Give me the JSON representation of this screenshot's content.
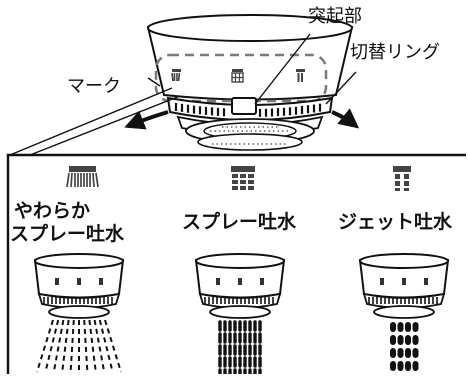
{
  "callouts": {
    "protrusion": "突起部",
    "switch_ring": "切替リング",
    "mark": "マーク"
  },
  "modes": [
    {
      "line1": "やわらか",
      "line2": "スプレー吐水",
      "icon": "soft-spray-icon"
    },
    {
      "line1": "スプレー吐水",
      "icon": "spray-icon"
    },
    {
      "line1": "ジェット吐水",
      "icon": "jet-icon"
    }
  ],
  "colors": {
    "ink": "#111111",
    "fill": "#ffffff",
    "mark_dark": "#444444",
    "mark_frame": "#9a9a9a",
    "dash": "#7a7a7a"
  }
}
